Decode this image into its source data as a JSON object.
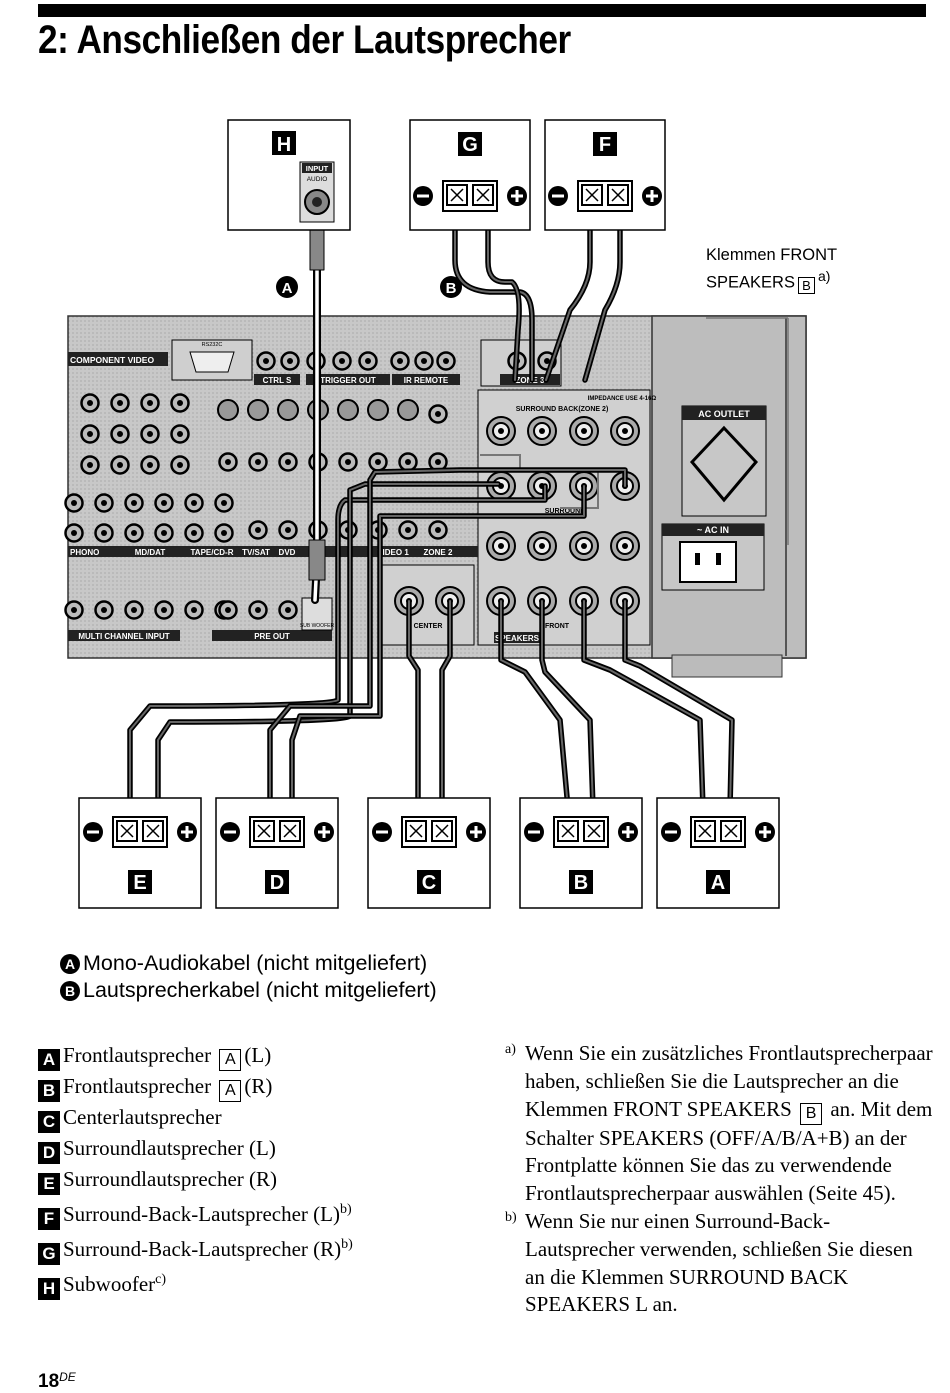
{
  "page": {
    "title": "2: Anschließen der Lautsprecher",
    "page_number": "18",
    "page_suffix": "DE"
  },
  "diagram": {
    "front_speakers_note_line1": "Klemmen FRONT",
    "front_speakers_note_line2": "SPEAKERS",
    "front_speakers_note_box": "B",
    "front_speakers_note_mark": "a)",
    "speaker_labels": [
      "H",
      "G",
      "F",
      "E",
      "D",
      "C",
      "B",
      "A"
    ],
    "cable_tags": [
      "A",
      "B"
    ],
    "panel_labels": {
      "input": "INPUT",
      "audio": "AUDIO",
      "component_video": "COMPONENT VIDEO",
      "rs232c": "RS232C",
      "ctrl_s": "CTRL S",
      "trigger_out": "TRIGGER OUT",
      "ir_remote": "IR REMOTE",
      "zone3": "ZONE 3",
      "surround_back": "SURROUND BACK(ZONE 2)",
      "impedance": "IMPEDANCE USE 4-16Ω",
      "surround": "SURROUND",
      "center": "CENTER",
      "speakers": "SPEAKERS",
      "front": "FRONT",
      "ac_outlet": "AC OUTLET",
      "ac_in": "~ AC IN",
      "multi_channel_input": "MULTI CHANNEL INPUT",
      "pre_out": "PRE OUT",
      "md_dat": "MD/DAT",
      "tape_cdr": "TAPE/CD-R",
      "tv_sat": "TV/SAT",
      "dvd": "DVD",
      "video1": "VIDEO 1",
      "zone2": "ZONE 2",
      "phono": "PHONO",
      "subwoofer": "SUB WOOFER"
    }
  },
  "cables": [
    {
      "tag": "A",
      "text": "Mono-Audiokabel (nicht mitgeliefert)"
    },
    {
      "tag": "B",
      "text": "Lautsprecherkabel (nicht mitgeliefert)"
    }
  ],
  "legend": [
    {
      "key": "A",
      "text": "Frontlautsprecher",
      "box": "A",
      "suffix": "(L)",
      "mark": ""
    },
    {
      "key": "B",
      "text": "Frontlautsprecher",
      "box": "A",
      "suffix": "(R)",
      "mark": ""
    },
    {
      "key": "C",
      "text": "Centerlautsprecher",
      "box": "",
      "suffix": "",
      "mark": ""
    },
    {
      "key": "D",
      "text": "Surroundlautsprecher (L)",
      "box": "",
      "suffix": "",
      "mark": ""
    },
    {
      "key": "E",
      "text": "Surroundlautsprecher (R)",
      "box": "",
      "suffix": "",
      "mark": ""
    },
    {
      "key": "F",
      "text": "Surround-Back-Lautsprecher (L)",
      "box": "",
      "suffix": "",
      "mark": "b)"
    },
    {
      "key": "G",
      "text": "Surround-Back-Lautsprecher (R)",
      "box": "",
      "suffix": "",
      "mark": "b)"
    },
    {
      "key": "H",
      "text": "Subwoofer",
      "box": "",
      "suffix": "",
      "mark": "c)"
    }
  ],
  "notes": {
    "a_mark": "a)",
    "a_part1": "Wenn Sie ein zusätzliches Frontlautsprecherpaar haben, schließen Sie die Lautsprecher an die Klemmen FRONT SPEAKERS",
    "a_box": "B",
    "a_part2": "an. Mit dem Schalter SPEAKERS (OFF/A/B/A+B) an der Frontplatte können Sie das zu verwendende Frontlautsprecherpaar auswählen (Seite 45).",
    "b_mark": "b)",
    "b_text": "Wenn Sie nur einen Surround-Back-Lautsprecher verwenden, schließen Sie diesen an die Klemmen SURROUND BACK SPEAKERS L an."
  }
}
